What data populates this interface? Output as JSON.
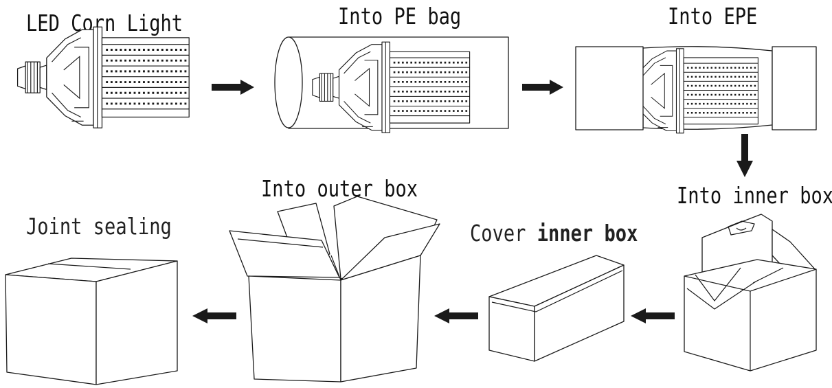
{
  "steps": {
    "s1": "LED Corn Light",
    "s2": "Into PE bag",
    "s3": "Into EPE",
    "s4": "Into inner box",
    "s5_pre": "Cover",
    "s5_bold": "inner box",
    "s6": "Into outer box",
    "s7": "Joint sealing"
  }
}
